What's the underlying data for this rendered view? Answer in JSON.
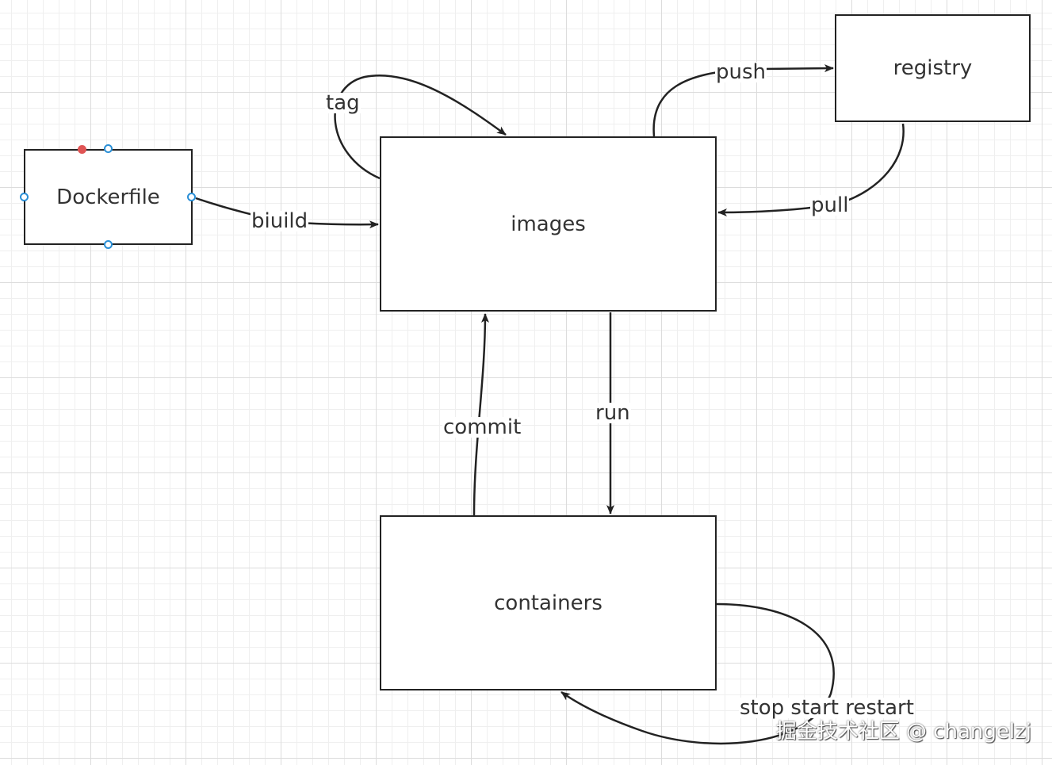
{
  "nodes": {
    "dockerfile": "Dockerfile",
    "images": "images",
    "containers": "containers",
    "registry": "registry"
  },
  "edges": {
    "build": "biuild",
    "tag": "tag",
    "push": "push",
    "pull": "pull",
    "run": "run",
    "commit": "commit",
    "lifecycle": "stop start restart"
  },
  "watermark": "掘金技术社区 @ changelzj",
  "colors": {
    "stroke": "#222222",
    "handle": "#2a8fd6",
    "handle_active": "#e05454",
    "grid_major": "#dcdcdc",
    "grid_minor": "#efefef"
  }
}
